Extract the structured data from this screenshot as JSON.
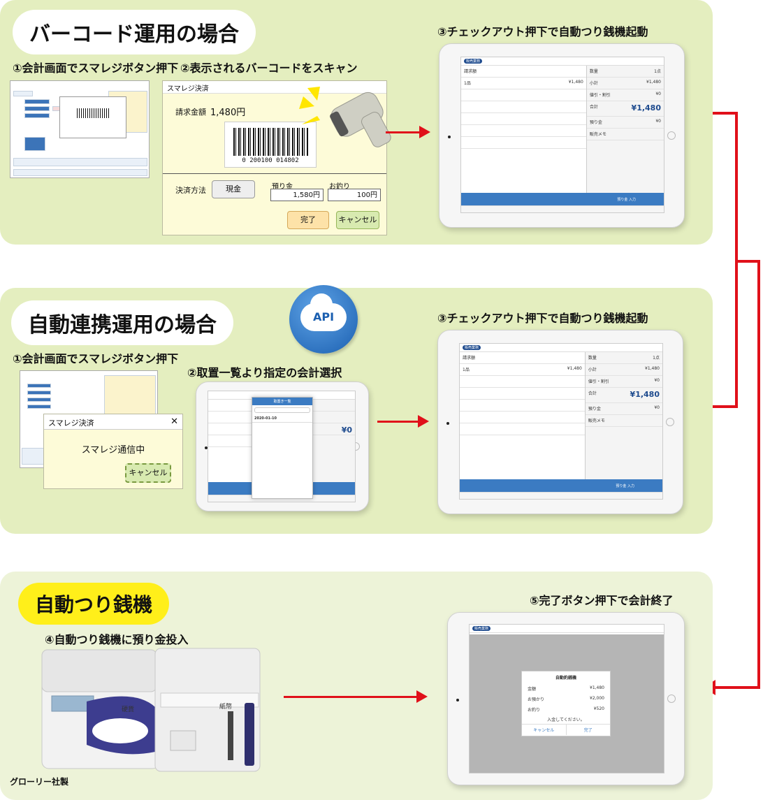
{
  "sections": {
    "barcode": {
      "title": "バーコード運用の場合",
      "step1": "①会計画面でスマレジボタン押下",
      "step2": "②表示されるバーコードをスキャン",
      "step3": "③チェックアウト押下で自動つり銭機起動"
    },
    "auto": {
      "title": "自動連携運用の場合",
      "step1": "①会計画面でスマレジボタン押下",
      "step2": "②取置一覧より指定の会計選択",
      "step3": "③チェックアウト押下で自動つり銭機起動",
      "api_label": "API"
    },
    "machine": {
      "title": "自動つり銭機",
      "step4": "④自動つり銭機に預り金投入",
      "step5": "⑤完了ボタン押下で会計終了",
      "maker": "グローリー社製"
    }
  },
  "smaregi_dialog": {
    "title": "スマレジ決済",
    "amount_label": "請求金額",
    "amount_value": "1,480円",
    "barcode_digits": "0 200100 014802",
    "payment_method_label": "決済方法",
    "cash_label": "現金",
    "deposit_label": "預り金",
    "deposit_value": "1,580円",
    "change_label": "お釣り",
    "change_value": "100円",
    "complete_label": "完了",
    "cancel_label": "キャンセル"
  },
  "comm_dialog": {
    "title": "スマレジ決済",
    "message": "スマレジ通信中",
    "cancel_label": "キャンセル",
    "close_glyph": "✕"
  },
  "ipad_register": {
    "tab_label": "販売業務",
    "left_label": "請求額",
    "item_label": "1品",
    "item_price": "¥1,480",
    "rows": [
      {
        "label": "数量",
        "value": "1点"
      },
      {
        "label": "小計",
        "value": "¥1,480"
      },
      {
        "label": "値引・割引",
        "value": "¥0"
      }
    ],
    "total_label": "合計",
    "total_value": "¥1,480",
    "deposit_label": "預り金",
    "deposit_value": "¥0",
    "memo_label": "販売メモ",
    "checkout_label": "預り金 入力"
  },
  "ipad_hold": {
    "header": "取置き一覧",
    "date": "2020-01-10",
    "total": "¥0"
  },
  "ipad_change": {
    "modal_title": "自動釣銭機",
    "rows": [
      {
        "label": "金額",
        "value": "¥1,480"
      },
      {
        "label": "お預かり",
        "value": "¥2,000"
      },
      {
        "label": "お釣り",
        "value": "¥520"
      }
    ],
    "prompt": "入金してください。",
    "cancel_label": "キャンセル",
    "complete_label": "完了"
  },
  "machine_labels": {
    "coin": "硬貨",
    "bill": "紙幣"
  },
  "colors": {
    "panel": "#e4eebf",
    "arrow": "#e0101a",
    "highlight": "#ffef1a",
    "accent": "#3b7bc2"
  }
}
